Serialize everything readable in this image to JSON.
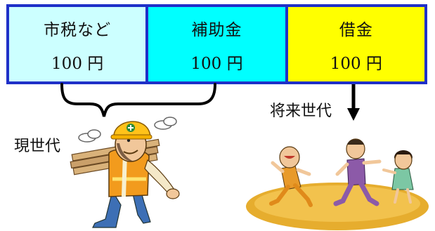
{
  "segments": [
    {
      "label": "市税など",
      "amount": "100 円",
      "color": "#ccffff"
    },
    {
      "label": "補助金",
      "amount": "100 円",
      "color": "#00ffff"
    },
    {
      "label": "借金",
      "amount": "100 円",
      "color": "#ffff00"
    }
  ],
  "colors": {
    "border": "#1f30c8"
  },
  "labels": {
    "current_generation": "現世代",
    "future_generation": "将来世代"
  },
  "illustrations": [
    "construction-worker-carrying-lumber",
    "children-running-on-grass"
  ]
}
